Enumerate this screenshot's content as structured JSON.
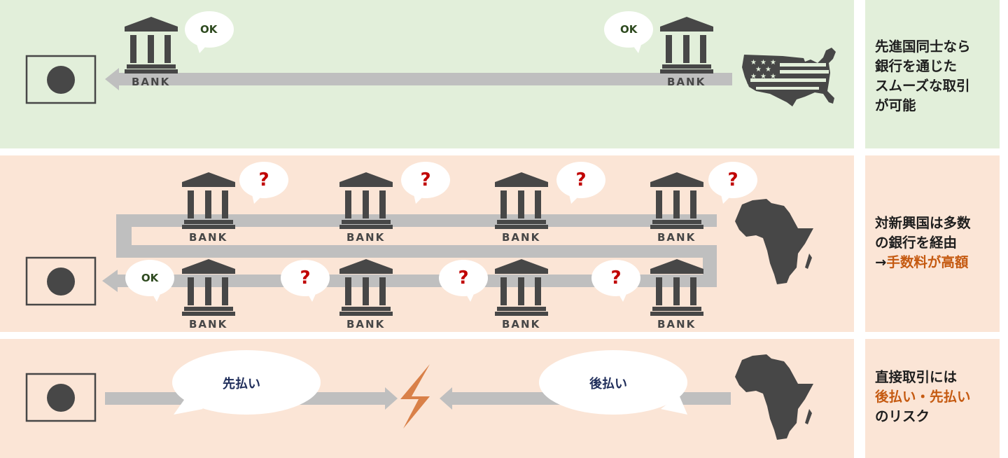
{
  "colors": {
    "panel_green": "#e2efda",
    "panel_peach": "#fbe5d6",
    "icon_dark": "#474747",
    "arrow_gray": "#bfbfbf",
    "question_red": "#c00000",
    "ok_green": "#2e4a1f",
    "highlight_orange": "#c55a11",
    "lightning_orange": "#d98048",
    "bubble_text_navy": "#1f2d5a"
  },
  "bank_label": "BANK",
  "rows": [
    {
      "id": "developed",
      "partner_icon": "usa-map-icon",
      "bubbles": [
        "OK",
        "OK"
      ],
      "note_lines": [
        {
          "text": "先進国同士なら",
          "highlight": false
        },
        {
          "text": "銀行を通じた",
          "highlight": false
        },
        {
          "text": "スムーズな取引",
          "highlight": false
        },
        {
          "text": "が可能",
          "highlight": false
        }
      ]
    },
    {
      "id": "emerging",
      "partner_icon": "africa-map-icon",
      "top_bubbles": [
        "?",
        "?",
        "?",
        "?"
      ],
      "bottom_bubbles": [
        "OK",
        "?",
        "?",
        "?"
      ],
      "note_prefix": "対新興国は多数\nの銀行を経由\n→",
      "note_highlight": "手数料が高額"
    },
    {
      "id": "direct",
      "partner_icon": "africa-map-icon",
      "left_bubble": "先払い",
      "right_bubble": "後払い",
      "note_line1": "直接取引には",
      "note_highlight": "後払い・先払い",
      "note_line3": "のリスク"
    }
  ]
}
